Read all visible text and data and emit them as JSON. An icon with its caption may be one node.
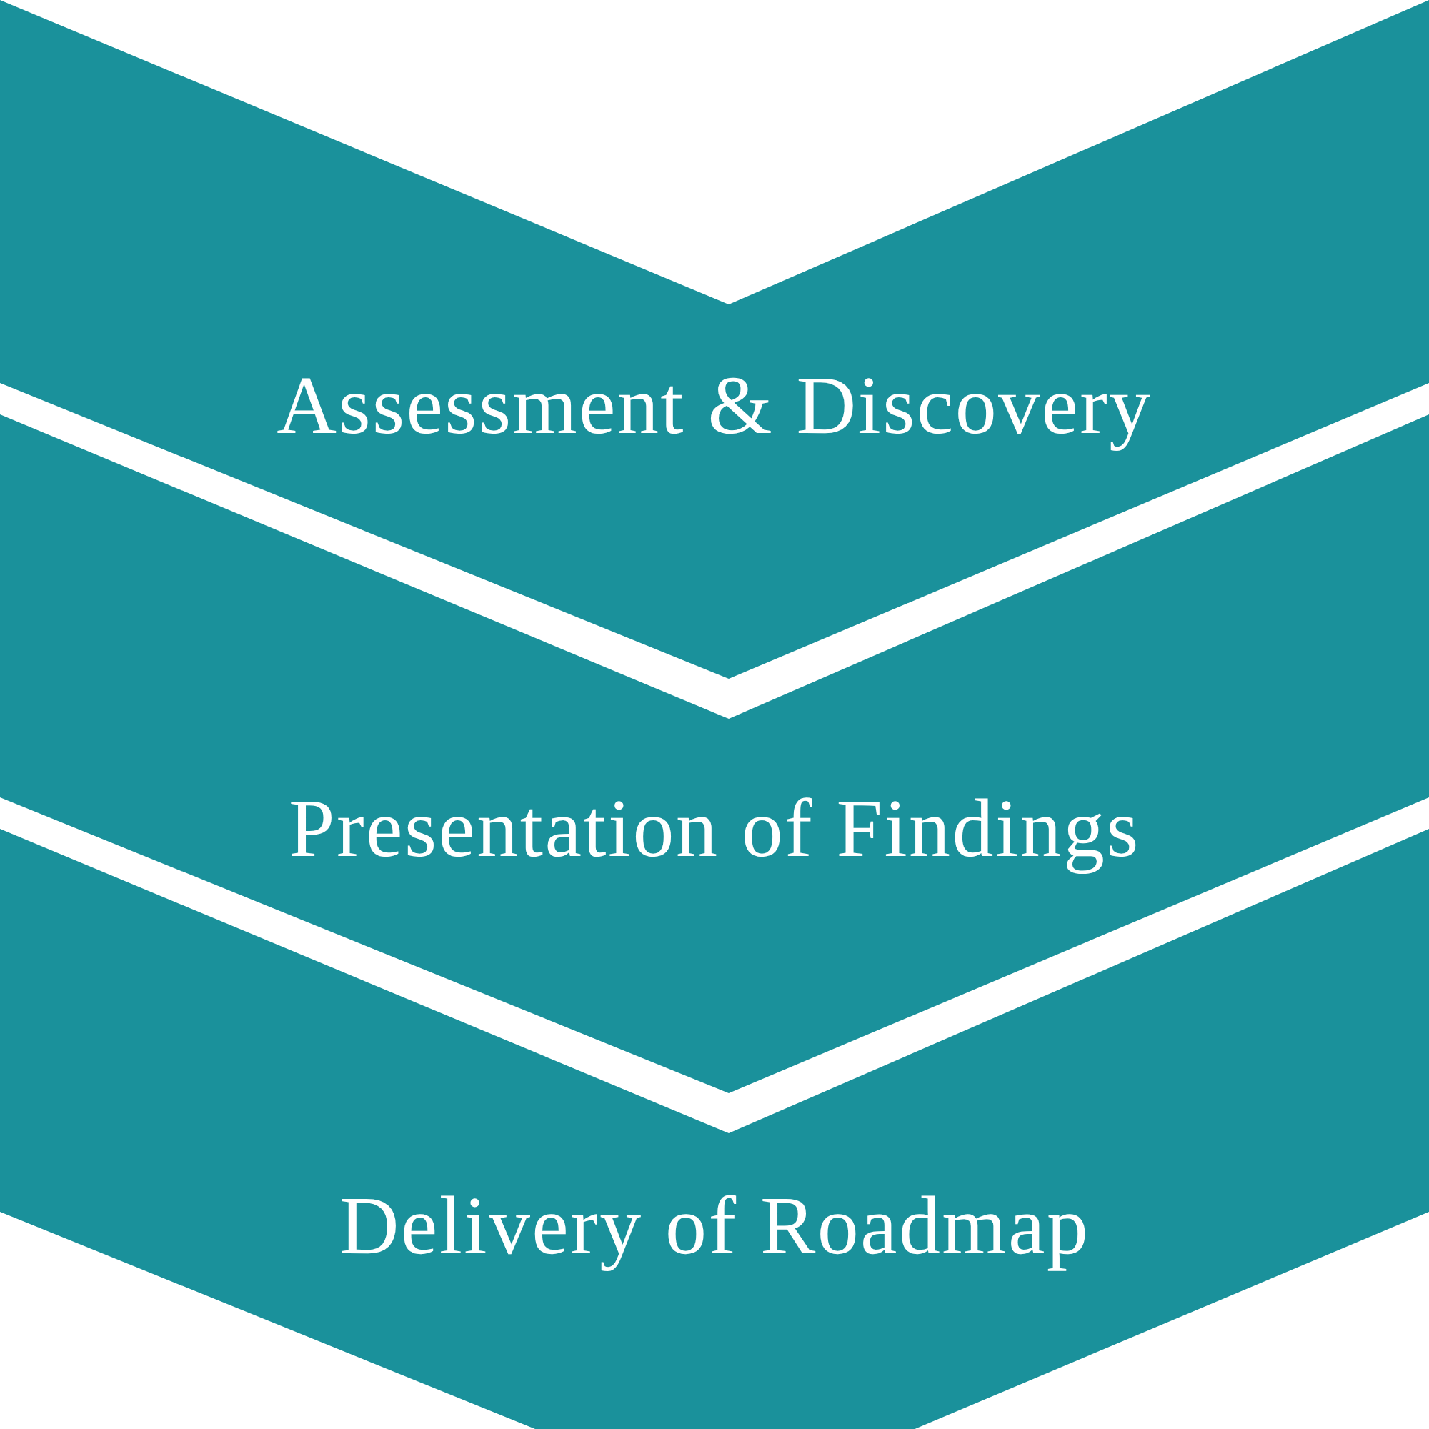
{
  "diagram": {
    "nodes": [
      {
        "text": [
          "Assessment & Discovery"
        ]
      },
      {
        "text": [
          "Presentation of Findings"
        ]
      },
      {
        "text": [
          "Delivery of Roadmap"
        ]
      }
    ]
  }
}
